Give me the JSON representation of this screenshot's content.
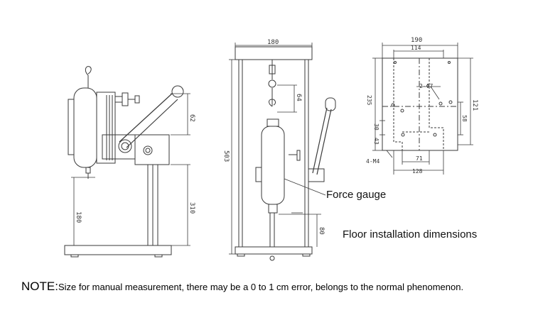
{
  "labels": {
    "force_gauge": "Force gauge",
    "floor_installation": "Floor installation dimensions"
  },
  "side_view": {
    "dim_62": "62",
    "dim_310": "310",
    "dim_180": "180"
  },
  "front_view": {
    "dim_180": "180",
    "dim_503": "503",
    "dim_64": "64",
    "dim_80": "80"
  },
  "base_plan": {
    "dim_190": "190",
    "dim_114": "114",
    "dim_235": "235",
    "dim_121": "121",
    "dim_2_phi7": "2-Φ7",
    "dim_58": "58",
    "dim_30": "30",
    "dim_43": "43",
    "dim_71": "71",
    "dim_128": "128",
    "dim_4_m4": "4-M4"
  },
  "note": {
    "prefix": "NOTE:",
    "text": "Size for manual measurement, there may be a 0 to 1 cm error, belongs to the normal phenomenon."
  }
}
